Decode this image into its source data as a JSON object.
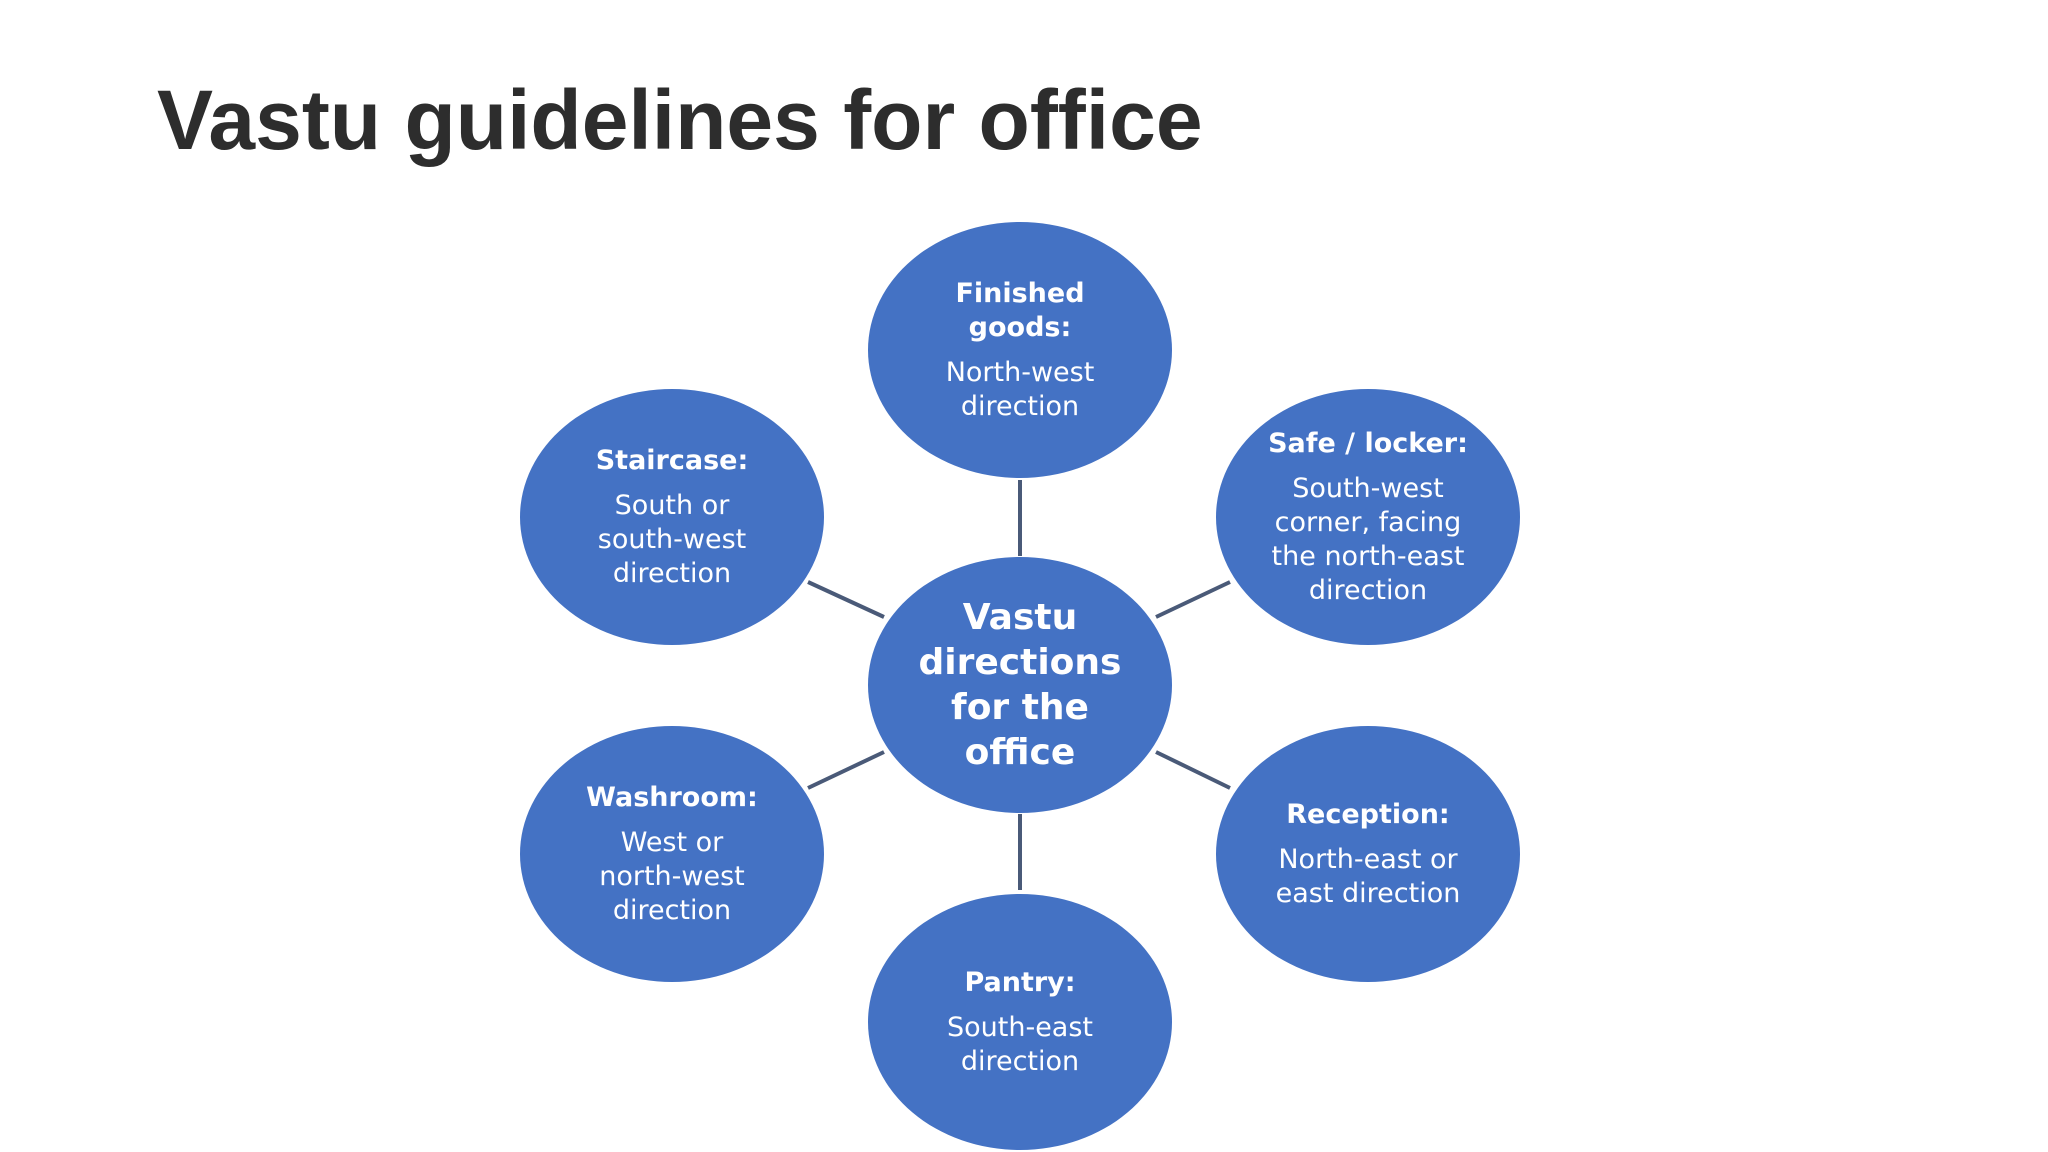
{
  "title": "Vastu guidelines for office",
  "colors": {
    "node_fill": "#4472c4",
    "connector": "#4a5a78",
    "title_text": "#2d2d2d"
  },
  "center": {
    "label": "Vastu\ndirections\nfor the\noffice"
  },
  "nodes": {
    "finished_goods": {
      "heading": "Finished\ngoods:",
      "text": "North-west\ndirection"
    },
    "safe_locker": {
      "heading": "Safe / locker:",
      "text": "South-west\ncorner, facing\nthe north-east\ndirection"
    },
    "reception": {
      "heading": "Reception:",
      "text": "North-east or\neast direction"
    },
    "pantry": {
      "heading": "Pantry:",
      "text": "South-east\ndirection"
    },
    "washroom": {
      "heading": "Washroom:",
      "text": "West or\nnorth-west\ndirection"
    },
    "staircase": {
      "heading": "Staircase:",
      "text": "South or\nsouth-west\ndirection"
    }
  }
}
